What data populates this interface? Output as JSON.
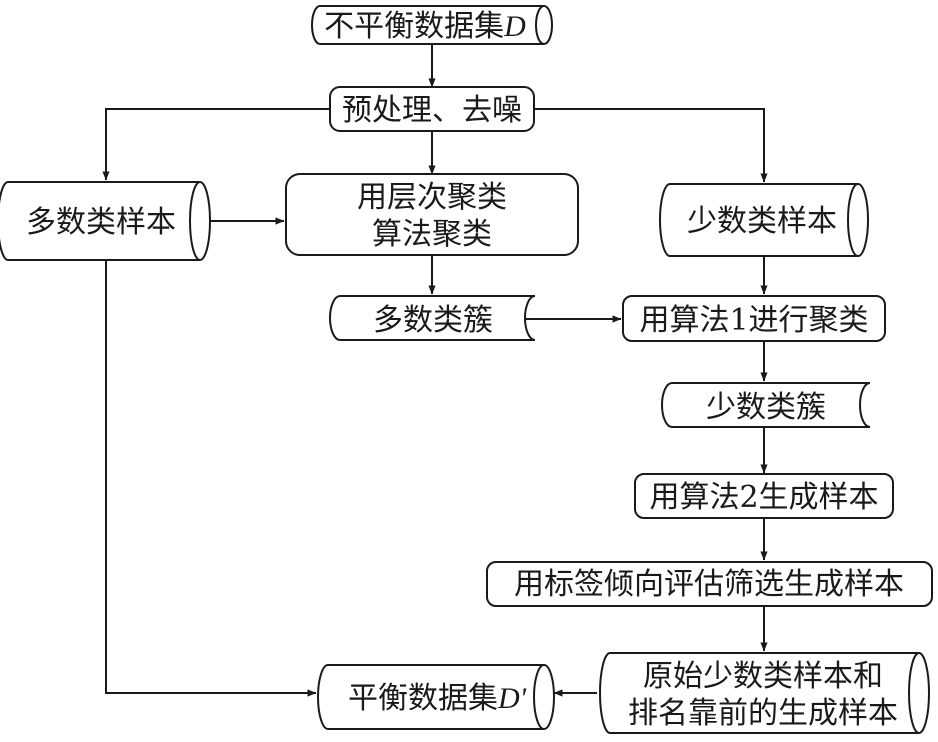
{
  "nodes": {
    "dataset_d": {
      "label": "不平衡数据集",
      "var": "D"
    },
    "preprocess": {
      "label": "预处理、去噪"
    },
    "majority_samples": {
      "label": "多数类样本"
    },
    "hierarchical_cluster": {
      "line1": "用层次聚类",
      "line2": "算法聚类"
    },
    "minority_samples": {
      "label": "少数类样本"
    },
    "majority_clusters": {
      "label": "多数类簇"
    },
    "algo1_cluster": {
      "label": "用算法1进行聚类"
    },
    "minority_clusters": {
      "label": "少数类簇"
    },
    "algo2_generate": {
      "label": "用算法2生成样本"
    },
    "label_filter": {
      "label": "用标签倾向评估筛选生成样本"
    },
    "original_ranked": {
      "line1": "原始少数类样本和",
      "line2": "排名靠前的生成样本"
    },
    "balanced_dataset": {
      "label": "平衡数据集",
      "var": "D'"
    }
  }
}
